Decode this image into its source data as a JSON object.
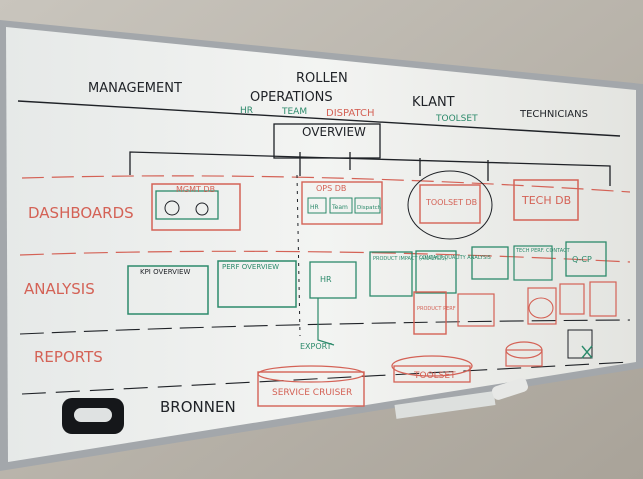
{
  "colors": {
    "wall": "#bdb8ae",
    "board": "#eef0ee",
    "frame": "#a7abaf",
    "black": "#1f2227",
    "green": "#2c8a6b",
    "red": "#d46256",
    "blue": "#3b5a8c"
  },
  "header": {
    "title": "ROLLEN",
    "roles": [
      "MANAGEMENT",
      "OPERATIONS",
      "KLANT",
      "TECHNICIANS"
    ],
    "sub_roles": [
      "HR",
      "TEAM",
      "DISPATCH",
      "TOOLSET"
    ]
  },
  "overview": "OVERVIEW",
  "rows": [
    "DASHBOARDS",
    "ANALYSIS",
    "REPORTS",
    "BRONNEN"
  ],
  "dashboards": {
    "mgmt": "MGMT DB",
    "ops": "OPS DB",
    "ops_items": [
      "HR",
      "Team",
      "Dispatch"
    ],
    "toolset": "TOOLSET DB",
    "tech": "TECH DB"
  },
  "analysis": {
    "items": [
      "KPI OVERVIEW",
      "PERF OVERVIEW",
      "HR",
      "PRODUCT IMPACT (ANALYSIS)",
      "CONTACT QUALITY ANALYSIS",
      "TECH PERF. CONTACT",
      "Q-CP"
    ],
    "export": "EXPORT"
  },
  "reports": [
    "PRODUCT PERF"
  ],
  "sources": [
    "SERVICE CRUISER",
    "TOOLSET"
  ]
}
